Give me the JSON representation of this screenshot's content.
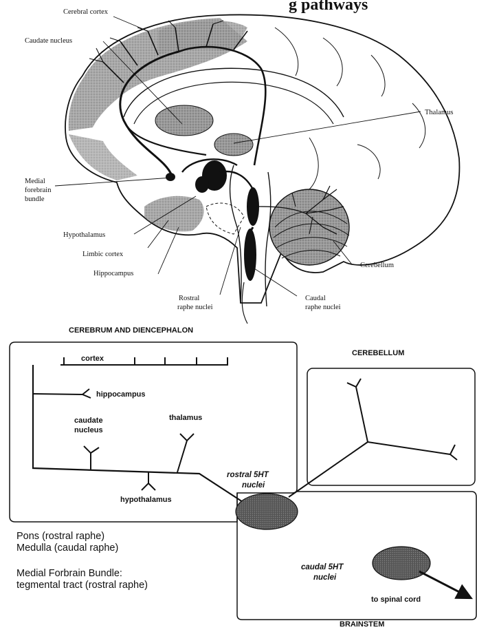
{
  "top_diagram": {
    "title_fragment": "g pathways",
    "labels": {
      "cerebral_cortex": "Cerebral cortex",
      "caudate_nucleus": "Caudate nucleus",
      "thalamus": "Thalamus",
      "medial_forebrain_bundle_1": "Medial",
      "medial_forebrain_bundle_2": "forebrain",
      "medial_forebrain_bundle_3": "bundle",
      "hypothalamus": "Hypothalamus",
      "limbic_cortex": "Limbic cortex",
      "hippocampus": "Hippocampus",
      "cerebellum": "Cerebellum",
      "rostral_raphe_1": "Rostral",
      "rostral_raphe_2": "raphe nuclei",
      "caudal_raphe_1": "Caudal",
      "caudal_raphe_2": "raphe nuclei"
    }
  },
  "schematic": {
    "sections": {
      "cerebrum": "CEREBRUM AND DIENCEPHALON",
      "cerebellum": "CEREBELLUM",
      "brainstem": "BRAINSTEM"
    },
    "labels": {
      "cortex": "cortex",
      "hippocampus": "hippocampus",
      "caudate_1": "caudate",
      "caudate_2": "nucleus",
      "thalamus": "thalamus",
      "hypothalamus": "hypothalamus",
      "rostral_1": "rostral 5HT",
      "rostral_2": "nuclei",
      "caudal_1": "caudal 5HT",
      "caudal_2": "nuclei",
      "spinal": "to spinal cord"
    },
    "notes": {
      "line1": "Pons (rostral raphe)",
      "line2": "Medulla (caudal raphe)",
      "line3": "Medial Forbrain Bundle:",
      "line4": "tegmental tract (rostral raphe)"
    }
  }
}
